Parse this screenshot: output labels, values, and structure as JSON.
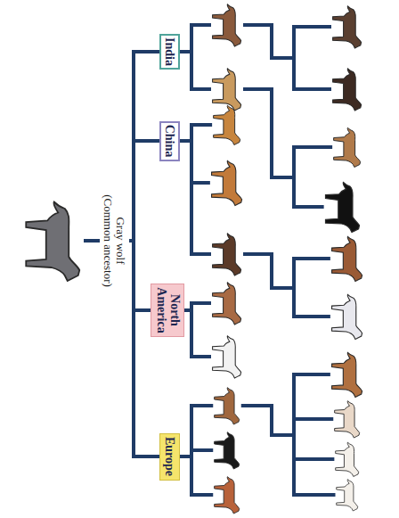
{
  "diagram": {
    "nodes": [
      {
        "text": [
          "India"
        ]
      },
      {
        "text": [
          "China"
        ]
      },
      {
        "text": [
          "North America"
        ]
      },
      {
        "text": [
          "Europe"
        ]
      }
    ],
    "labels": [
      "Gray wolf (Common ancestor)"
    ]
  }
}
